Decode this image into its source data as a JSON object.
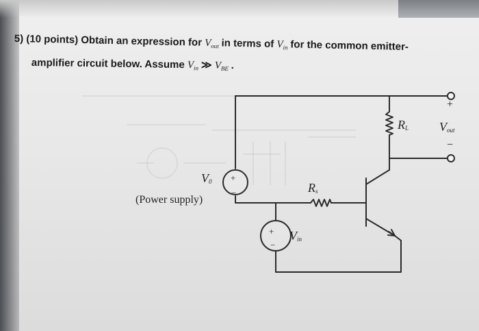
{
  "problem": {
    "number": "5)",
    "points": "(10 points)",
    "line1_prefix": "Obtain an expression for",
    "line1_var1_main": "V",
    "line1_var1_sub": "out",
    "line1_mid": "in terms of",
    "line1_var2_main": "V",
    "line1_var2_sub": "in",
    "line1_suffix": "for the common emitter-",
    "line2_prefix": "amplifier circuit below. Assume",
    "line2_var1_main": "V",
    "line2_var1_sub": "in",
    "line2_relation": "≫",
    "line2_var2_main": "V",
    "line2_var2_sub": "BE",
    "line2_suffix": "."
  },
  "circuit": {
    "labels": {
      "vo_main": "V",
      "vo_sub": "0",
      "power_supply": "(Power supply)",
      "rs_main": "R",
      "rs_sub": "s",
      "vin_main": "V",
      "vin_sub": "in",
      "rl_main": "R",
      "rl_sub": "L",
      "vout_main": "V",
      "vout_sub": "out",
      "plus": "+",
      "minus": "−"
    }
  }
}
